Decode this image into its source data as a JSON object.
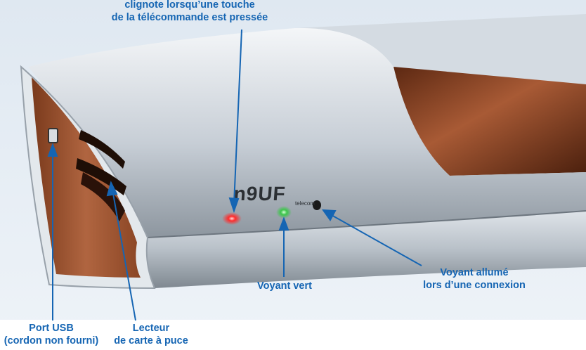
{
  "brand": {
    "logo_text": "n9UF",
    "logo_subtext": "telecom"
  },
  "annotations": {
    "top": {
      "line1": "clignote lorsqu’une touche",
      "line2": "de la télécommande est pressée"
    },
    "usb": {
      "line1": "Port USB",
      "line2": "(cordon non fourni)"
    },
    "card_reader": {
      "line1": "Lecteur",
      "line2": "de carte à puce"
    },
    "green_led": {
      "line1": "Voyant vert"
    },
    "connection_led": {
      "line1": "Voyant allumé",
      "line2": "lors d’une connexion"
    }
  },
  "colors": {
    "annotation": "#1565b3",
    "led_red": "#ff2a2a",
    "led_green": "#3cc64a",
    "led_black": "#1a1a1a",
    "brown": "#7a3b1f",
    "silver": "#c9d0d8"
  }
}
